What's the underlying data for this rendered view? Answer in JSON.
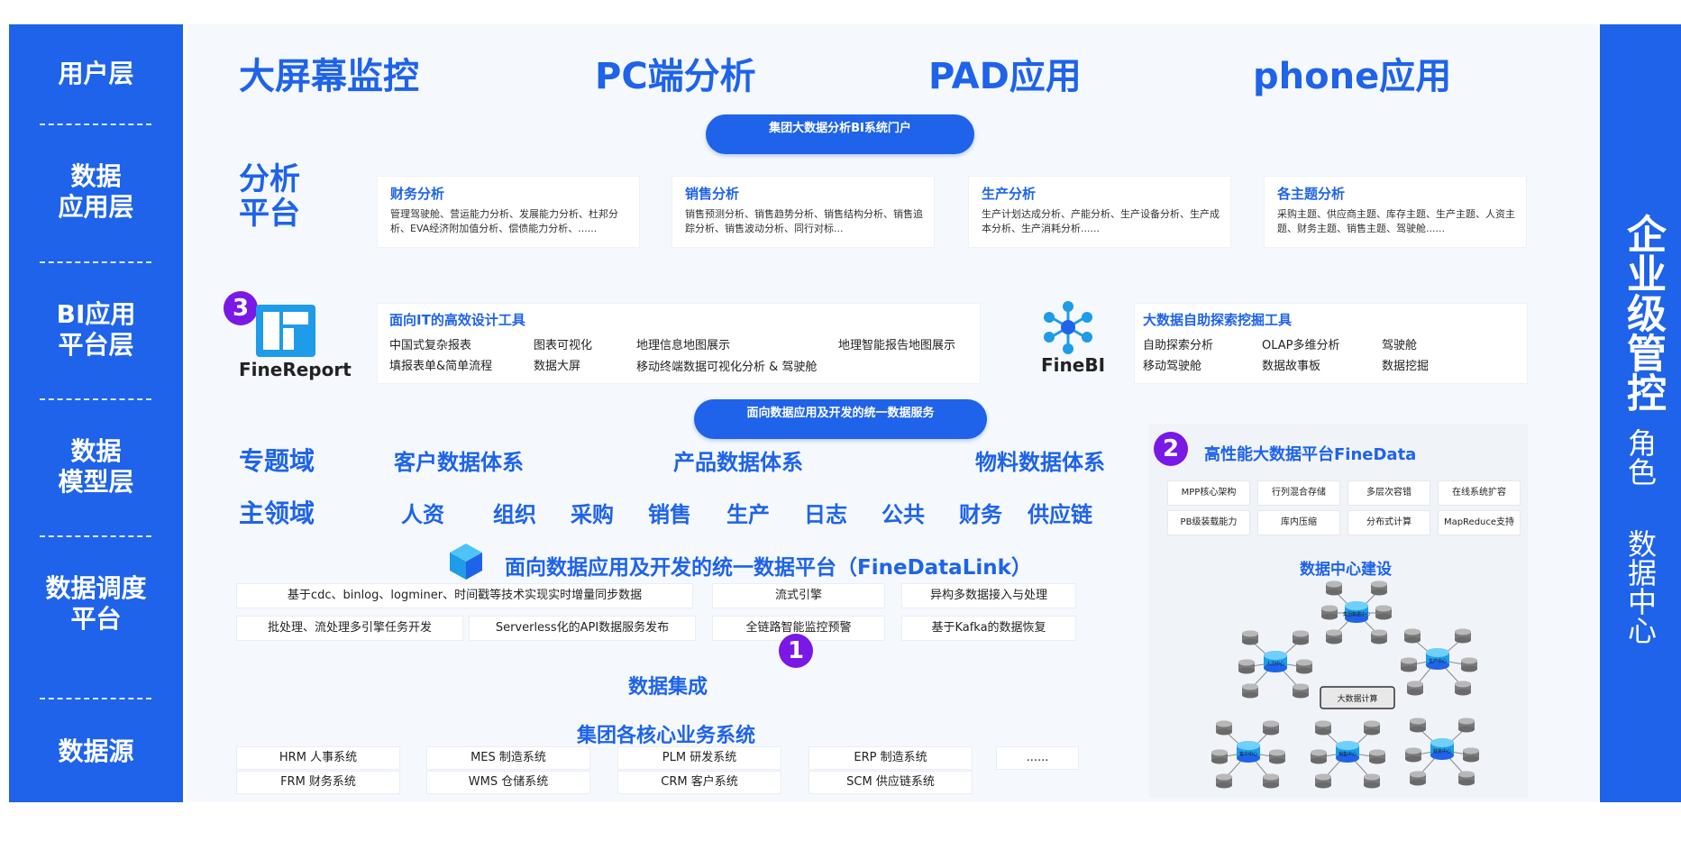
{
  "layers": [
    "用户层",
    "数据\n应用层",
    "BI应用\n平台层",
    "数据\n模型层",
    "数据调度\n平台",
    "数据源"
  ],
  "right_panel": {
    "title": "企业级管控",
    "sub1": "角色",
    "sub2": "数据中心"
  },
  "user_layer": [
    "大屏幕监控",
    "PC端分析",
    "PAD应用",
    "phone应用"
  ],
  "portal_pill": "集团大数据分析BI系统门户",
  "analysis": {
    "label": "分析\n平台",
    "cards": [
      {
        "title": "财务分析",
        "desc": "管理驾驶舱、营运能力分析、发展能力分析、杜邦分析、EVA经济附加值分析、偿债能力分析、......"
      },
      {
        "title": "销售分析",
        "desc": "销售预测分析、销售趋势分析、销售结构分析、销售追踪分析、销售波动分析、同行对标..."
      },
      {
        "title": "生产分析",
        "desc": "生产计划达成分析、产能分析、生产设备分析、生产成本分析、生产消耗分析......"
      },
      {
        "title": "各主题分析",
        "desc": "采购主题、供应商主题、库存主题、生产主题、人资主题、财务主题、销售主题、驾驶舱......"
      }
    ]
  },
  "finereport": {
    "badge": "3",
    "name": "FineReport",
    "title": "面向IT的高效设计工具",
    "items": [
      "中国式复杂报表",
      "图表可视化",
      "地理信息地图展示",
      "地理智能报告地图展示",
      "填报表单&简单流程",
      "数据大屏",
      "移动终端数据可视化分析 & 驾驶舱"
    ]
  },
  "finebi": {
    "name": "FineBI",
    "title": "大数据自助探索挖掘工具",
    "items": [
      "自助探索分析",
      "OLAP多维分析",
      "驾驶舱",
      "移动驾驶舱",
      "数据故事板",
      "数据挖掘"
    ]
  },
  "service_pill": "面向数据应用及开发的统一数据服务",
  "model": {
    "topic_label": "专题域",
    "topics": [
      "客户数据体系",
      "产品数据体系",
      "物料数据体系"
    ],
    "main_label": "主领域",
    "domains": [
      "人资",
      "组织",
      "采购",
      "销售",
      "生产",
      "日志",
      "公共",
      "财务",
      "供应链"
    ]
  },
  "fdl": {
    "title": "面向数据应用及开发的统一数据平台（FineDataLink）",
    "row1": [
      "基于cdc、binlog、logminer、时间戳等技术实现实时增量同步数据",
      "流式引擎",
      "异构多数据接入与处理"
    ],
    "row2": [
      "批处理、流处理多引擎任务开发",
      "Serverless化的API数据服务发布",
      "全链路智能监控预警",
      "基于Kafka的数据恢复"
    ],
    "badge": "1",
    "integration": "数据集成"
  },
  "source": {
    "title": "集团各核心业务系统",
    "row1": [
      "HRM 人事系统",
      "MES 制造系统",
      "PLM 研发系统",
      "ERP 制造系统",
      "......"
    ],
    "row2": [
      "FRM 财务系统",
      "WMS 仓储系统",
      "CRM 客户系统",
      "SCM 供应链系统"
    ]
  },
  "finedata": {
    "badge": "2",
    "title": "高性能大数据平台FineData",
    "features": [
      "MPP核心架构",
      "行列混合存储",
      "多层次容错",
      "在线系统扩容",
      "PB级装载能力",
      "库内压缩",
      "分布式计算",
      "MapReduce支持"
    ],
    "dc_title": "数据中心建设",
    "compute": "大数据计算",
    "hubs": [
      "集团数据中心",
      "人力中心",
      "生产中心",
      "客户中心",
      "销售中心",
      "财务中心"
    ]
  },
  "colors": {
    "primary": "#1e63e9",
    "badge": "#7a18e6",
    "panel": "#f5f8fd"
  }
}
